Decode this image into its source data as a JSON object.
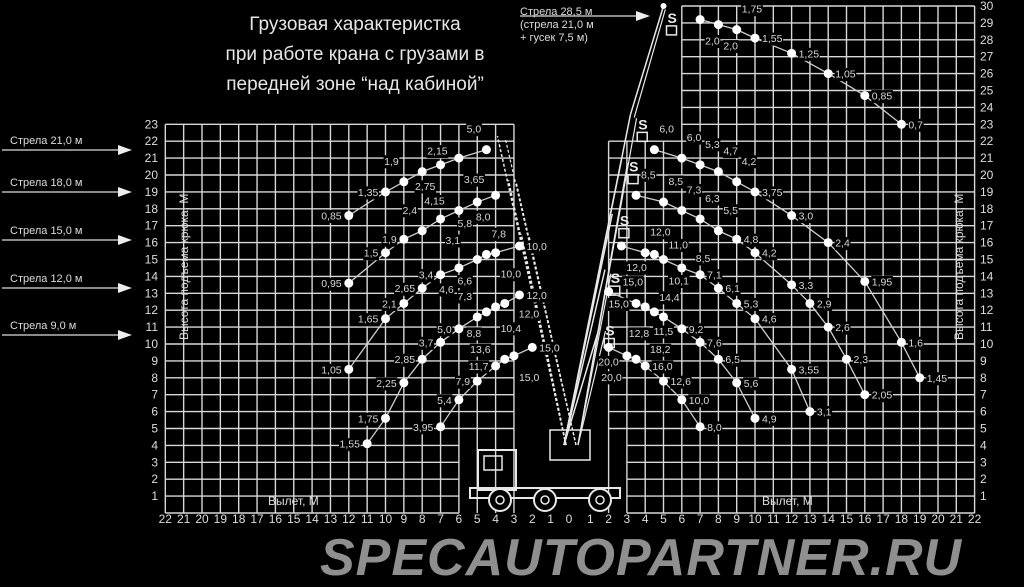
{
  "title": {
    "line1": "Грузовая характеристка",
    "line2": "при работе крана с грузами в",
    "line3": "передней зоне “над кабиной”"
  },
  "jib_label": {
    "line1": "Стрела 28,5 м",
    "line2": "(стрела 21,0 м",
    "line3": "+ гусек 7,5 м)"
  },
  "boom_labels": [
    "Стрела 21,0 м",
    "Стрела 18,0 м",
    "Стрела 15,0 м",
    "Стрела 12,0 м",
    "Стрела 9,0 м"
  ],
  "watermark": "SPECAUTOPARTNER.RU",
  "colors": {
    "background": "#000000",
    "grid": "#d8d8d8",
    "curve": "#cfcfcf",
    "point": "#ffffff",
    "watermark": "#8f8f8f"
  },
  "axes": {
    "ylabel": "Высота подъема крюка, М",
    "xlabel": "Вылет, М",
    "left_y_ticks": [
      1,
      2,
      3,
      4,
      5,
      6,
      7,
      8,
      9,
      10,
      11,
      12,
      13,
      14,
      15,
      16,
      17,
      18,
      19,
      20,
      21,
      22,
      23
    ],
    "right_y_ticks": [
      1,
      2,
      3,
      4,
      5,
      6,
      7,
      8,
      9,
      10,
      11,
      12,
      13,
      14,
      15,
      16,
      17,
      18,
      19,
      20,
      21,
      22,
      23,
      24,
      25,
      26,
      27,
      28,
      29,
      30
    ],
    "x_ticks": [
      0,
      1,
      2,
      3,
      4,
      5,
      6,
      7,
      8,
      9,
      10,
      11,
      12,
      13,
      14,
      15,
      16,
      17,
      18,
      19,
      20,
      21,
      22
    ]
  },
  "chart_data": {
    "type": "line",
    "xlabel": "Вылет, М",
    "ylabel": "Высота подъема крюка, М",
    "left_zone": [
      {
        "boom": "Стрела 21,0 м",
        "points": [
          {
            "reach": 12,
            "height": 17.6,
            "load": "0,85"
          },
          {
            "reach": 10,
            "height": 19.0,
            "load": "1,35"
          },
          {
            "reach": 9,
            "height": 19.6,
            "load": "1,9"
          },
          {
            "reach": 8,
            "height": 20.2,
            "load": "2,15"
          },
          {
            "reach": 7,
            "height": 20.6,
            "load": "2,75"
          },
          {
            "reach": 6,
            "height": 21.0,
            "load": "3,65"
          },
          {
            "reach": 4.5,
            "height": 21.5,
            "load": "5,0"
          }
        ]
      },
      {
        "boom": "Стрела 18,0 м",
        "points": [
          {
            "reach": 12,
            "height": 13.6,
            "load": "0,95"
          },
          {
            "reach": 10,
            "height": 15.4,
            "load": "1,5"
          },
          {
            "reach": 9,
            "height": 16.2,
            "load": "1,9"
          },
          {
            "reach": 8,
            "height": 16.7,
            "load": "2,4"
          },
          {
            "reach": 7,
            "height": 17.4,
            "load": "3,1"
          },
          {
            "reach": 6,
            "height": 17.9,
            "load": "4,15"
          },
          {
            "reach": 5,
            "height": 18.4,
            "load": "5,8"
          },
          {
            "reach": 4,
            "height": 18.8,
            "load": "8,0"
          }
        ]
      },
      {
        "boom": "Стрела 15,0 м",
        "points": [
          {
            "reach": 12,
            "height": 8.5,
            "load": "1,05"
          },
          {
            "reach": 10,
            "height": 11.5,
            "load": "1,65"
          },
          {
            "reach": 9,
            "height": 12.4,
            "load": "2,1"
          },
          {
            "reach": 8,
            "height": 13.3,
            "load": "2,65"
          },
          {
            "reach": 7,
            "height": 14.1,
            "load": "3,4"
          },
          {
            "reach": 6,
            "height": 14.5,
            "load": "4,6"
          },
          {
            "reach": 5,
            "height": 15.0,
            "load": "6,6"
          },
          {
            "reach": 4.5,
            "height": 15.3,
            "load": "7,8"
          },
          {
            "reach": 4,
            "height": 15.4,
            "load": "10,0"
          },
          {
            "reach": 2.7,
            "height": 15.8,
            "load": "10,0"
          }
        ]
      },
      {
        "boom": "Стрела 12,0 м",
        "points": [
          {
            "reach": 11,
            "height": 4.1,
            "load": "1,55"
          },
          {
            "reach": 10,
            "height": 5.6,
            "load": "1,75"
          },
          {
            "reach": 9,
            "height": 7.7,
            "load": "2,25"
          },
          {
            "reach": 8,
            "height": 9.1,
            "load": "2,85"
          },
          {
            "reach": 7,
            "height": 10.1,
            "load": "3,7"
          },
          {
            "reach": 6,
            "height": 10.9,
            "load": "5,0"
          },
          {
            "reach": 5,
            "height": 11.6,
            "load": "7,3"
          },
          {
            "reach": 4.5,
            "height": 11.9,
            "load": "8,8"
          },
          {
            "reach": 4,
            "height": 12.2,
            "load": "10,4"
          },
          {
            "reach": 3.5,
            "height": 12.4,
            "load": "12,0"
          },
          {
            "reach": 2.7,
            "height": 12.9,
            "load": "12,0"
          }
        ]
      },
      {
        "boom": "Стрела 9,0 м",
        "points": [
          {
            "reach": 7,
            "height": 5.1,
            "load": "3,95"
          },
          {
            "reach": 6,
            "height": 6.7,
            "load": "5,4"
          },
          {
            "reach": 5,
            "height": 7.8,
            "load": "7,9"
          },
          {
            "reach": 4,
            "height": 8.7,
            "load": "11,7"
          },
          {
            "reach": 3.5,
            "height": 9.1,
            "load": "13,6"
          },
          {
            "reach": 3,
            "height": 9.3,
            "load": "15,0"
          },
          {
            "reach": 2,
            "height": 9.8,
            "load": "15,0"
          }
        ]
      }
    ],
    "right_zone": [
      {
        "boom": "Стрела 28,5 м",
        "points": [
          {
            "reach": 7,
            "height": 29.2,
            "load": "2,0"
          },
          {
            "reach": 8,
            "height": 28.9,
            "load": "2,0"
          },
          {
            "reach": 9,
            "height": 28.6,
            "load": "1,75"
          },
          {
            "reach": 10,
            "height": 28.1,
            "load": "1,55"
          },
          {
            "reach": 12,
            "height": 27.2,
            "load": "1,25"
          },
          {
            "reach": 14,
            "height": 26.0,
            "load": "1,05"
          },
          {
            "reach": 16,
            "height": 24.7,
            "load": "0,85"
          },
          {
            "reach": 18,
            "height": 23.0,
            "load": "0,7"
          }
        ]
      },
      {
        "boom": "Стрела 21,0 м",
        "points": [
          {
            "reach": 4.5,
            "height": 21.5,
            "load": "6,0"
          },
          {
            "reach": 6,
            "height": 21.0,
            "load": "6,0"
          },
          {
            "reach": 7,
            "height": 20.6,
            "load": "5,3"
          },
          {
            "reach": 8,
            "height": 20.2,
            "load": "4,7"
          },
          {
            "reach": 9,
            "height": 19.6,
            "load": "4,2"
          },
          {
            "reach": 10,
            "height": 19.0,
            "load": "3,75"
          },
          {
            "reach": 12,
            "height": 17.6,
            "load": "3,0"
          },
          {
            "reach": 14,
            "height": 16.0,
            "load": "2,4"
          },
          {
            "reach": 16,
            "height": 13.7,
            "load": "1,95"
          },
          {
            "reach": 18,
            "height": 10.1,
            "load": "1,6"
          },
          {
            "reach": 19,
            "height": 8.0,
            "load": "1,45"
          }
        ]
      },
      {
        "boom": "Стрела 18,0 м",
        "points": [
          {
            "reach": 3.5,
            "height": 18.8,
            "load": "8,5"
          },
          {
            "reach": 5,
            "height": 18.4,
            "load": "8,5"
          },
          {
            "reach": 6,
            "height": 17.9,
            "load": "7,3"
          },
          {
            "reach": 7,
            "height": 17.4,
            "load": "6,3"
          },
          {
            "reach": 8,
            "height": 16.7,
            "load": "5,5"
          },
          {
            "reach": 9,
            "height": 16.2,
            "load": "4,8"
          },
          {
            "reach": 10,
            "height": 15.4,
            "load": "4,2"
          },
          {
            "reach": 12,
            "height": 13.5,
            "load": "3,3"
          },
          {
            "reach": 13,
            "height": 12.4,
            "load": "2,9"
          },
          {
            "reach": 14,
            "height": 11.0,
            "load": "2,6"
          },
          {
            "reach": 15,
            "height": 9.1,
            "load": "2,3"
          },
          {
            "reach": 16,
            "height": 7.0,
            "load": "2,05"
          }
        ]
      },
      {
        "boom": "Стрела 15,0 м",
        "points": [
          {
            "reach": 2.7,
            "height": 15.8,
            "load": "12,0"
          },
          {
            "reach": 4,
            "height": 15.4,
            "load": "12,0"
          },
          {
            "reach": 4.5,
            "height": 15.3,
            "load": "11,0"
          },
          {
            "reach": 5,
            "height": 15.0,
            "load": "10,1"
          },
          {
            "reach": 6,
            "height": 14.5,
            "load": "8,5"
          },
          {
            "reach": 7,
            "height": 14.1,
            "load": "7,1"
          },
          {
            "reach": 8,
            "height": 13.3,
            "load": "6,1"
          },
          {
            "reach": 9,
            "height": 12.4,
            "load": "5,3"
          },
          {
            "reach": 10,
            "height": 11.5,
            "load": "4,6"
          },
          {
            "reach": 12,
            "height": 8.5,
            "load": "3,55"
          },
          {
            "reach": 13,
            "height": 6.0,
            "load": "3,1"
          }
        ]
      },
      {
        "boom": "Стрела 12,0 м",
        "points": [
          {
            "reach": 2,
            "height": 13.1,
            "load": "15,0"
          },
          {
            "reach": 3.5,
            "height": 12.4,
            "load": "15,0"
          },
          {
            "reach": 4,
            "height": 12.2,
            "load": "14,4"
          },
          {
            "reach": 4.5,
            "height": 11.9,
            "load": "12,8"
          },
          {
            "reach": 5,
            "height": 11.6,
            "load": "11,5"
          },
          {
            "reach": 6,
            "height": 10.9,
            "load": "9,2"
          },
          {
            "reach": 7,
            "height": 10.1,
            "load": "7,6"
          },
          {
            "reach": 8,
            "height": 9.1,
            "load": "6,5"
          },
          {
            "reach": 9,
            "height": 7.7,
            "load": "5,6"
          },
          {
            "reach": 10,
            "height": 5.6,
            "load": "4,9"
          }
        ]
      },
      {
        "boom": "Стрела 9,0 м",
        "points": [
          {
            "reach": 2,
            "height": 9.8,
            "load": "20,0"
          },
          {
            "reach": 3,
            "height": 9.3,
            "load": "20,0"
          },
          {
            "reach": 3.5,
            "height": 9.1,
            "load": "18,2"
          },
          {
            "reach": 4,
            "height": 8.7,
            "load": "16,0"
          },
          {
            "reach": 5,
            "height": 7.8,
            "load": "12,6"
          },
          {
            "reach": 6,
            "height": 6.7,
            "load": "10,0"
          },
          {
            "reach": 7,
            "height": 5.1,
            "load": "8,0"
          }
        ]
      }
    ]
  }
}
